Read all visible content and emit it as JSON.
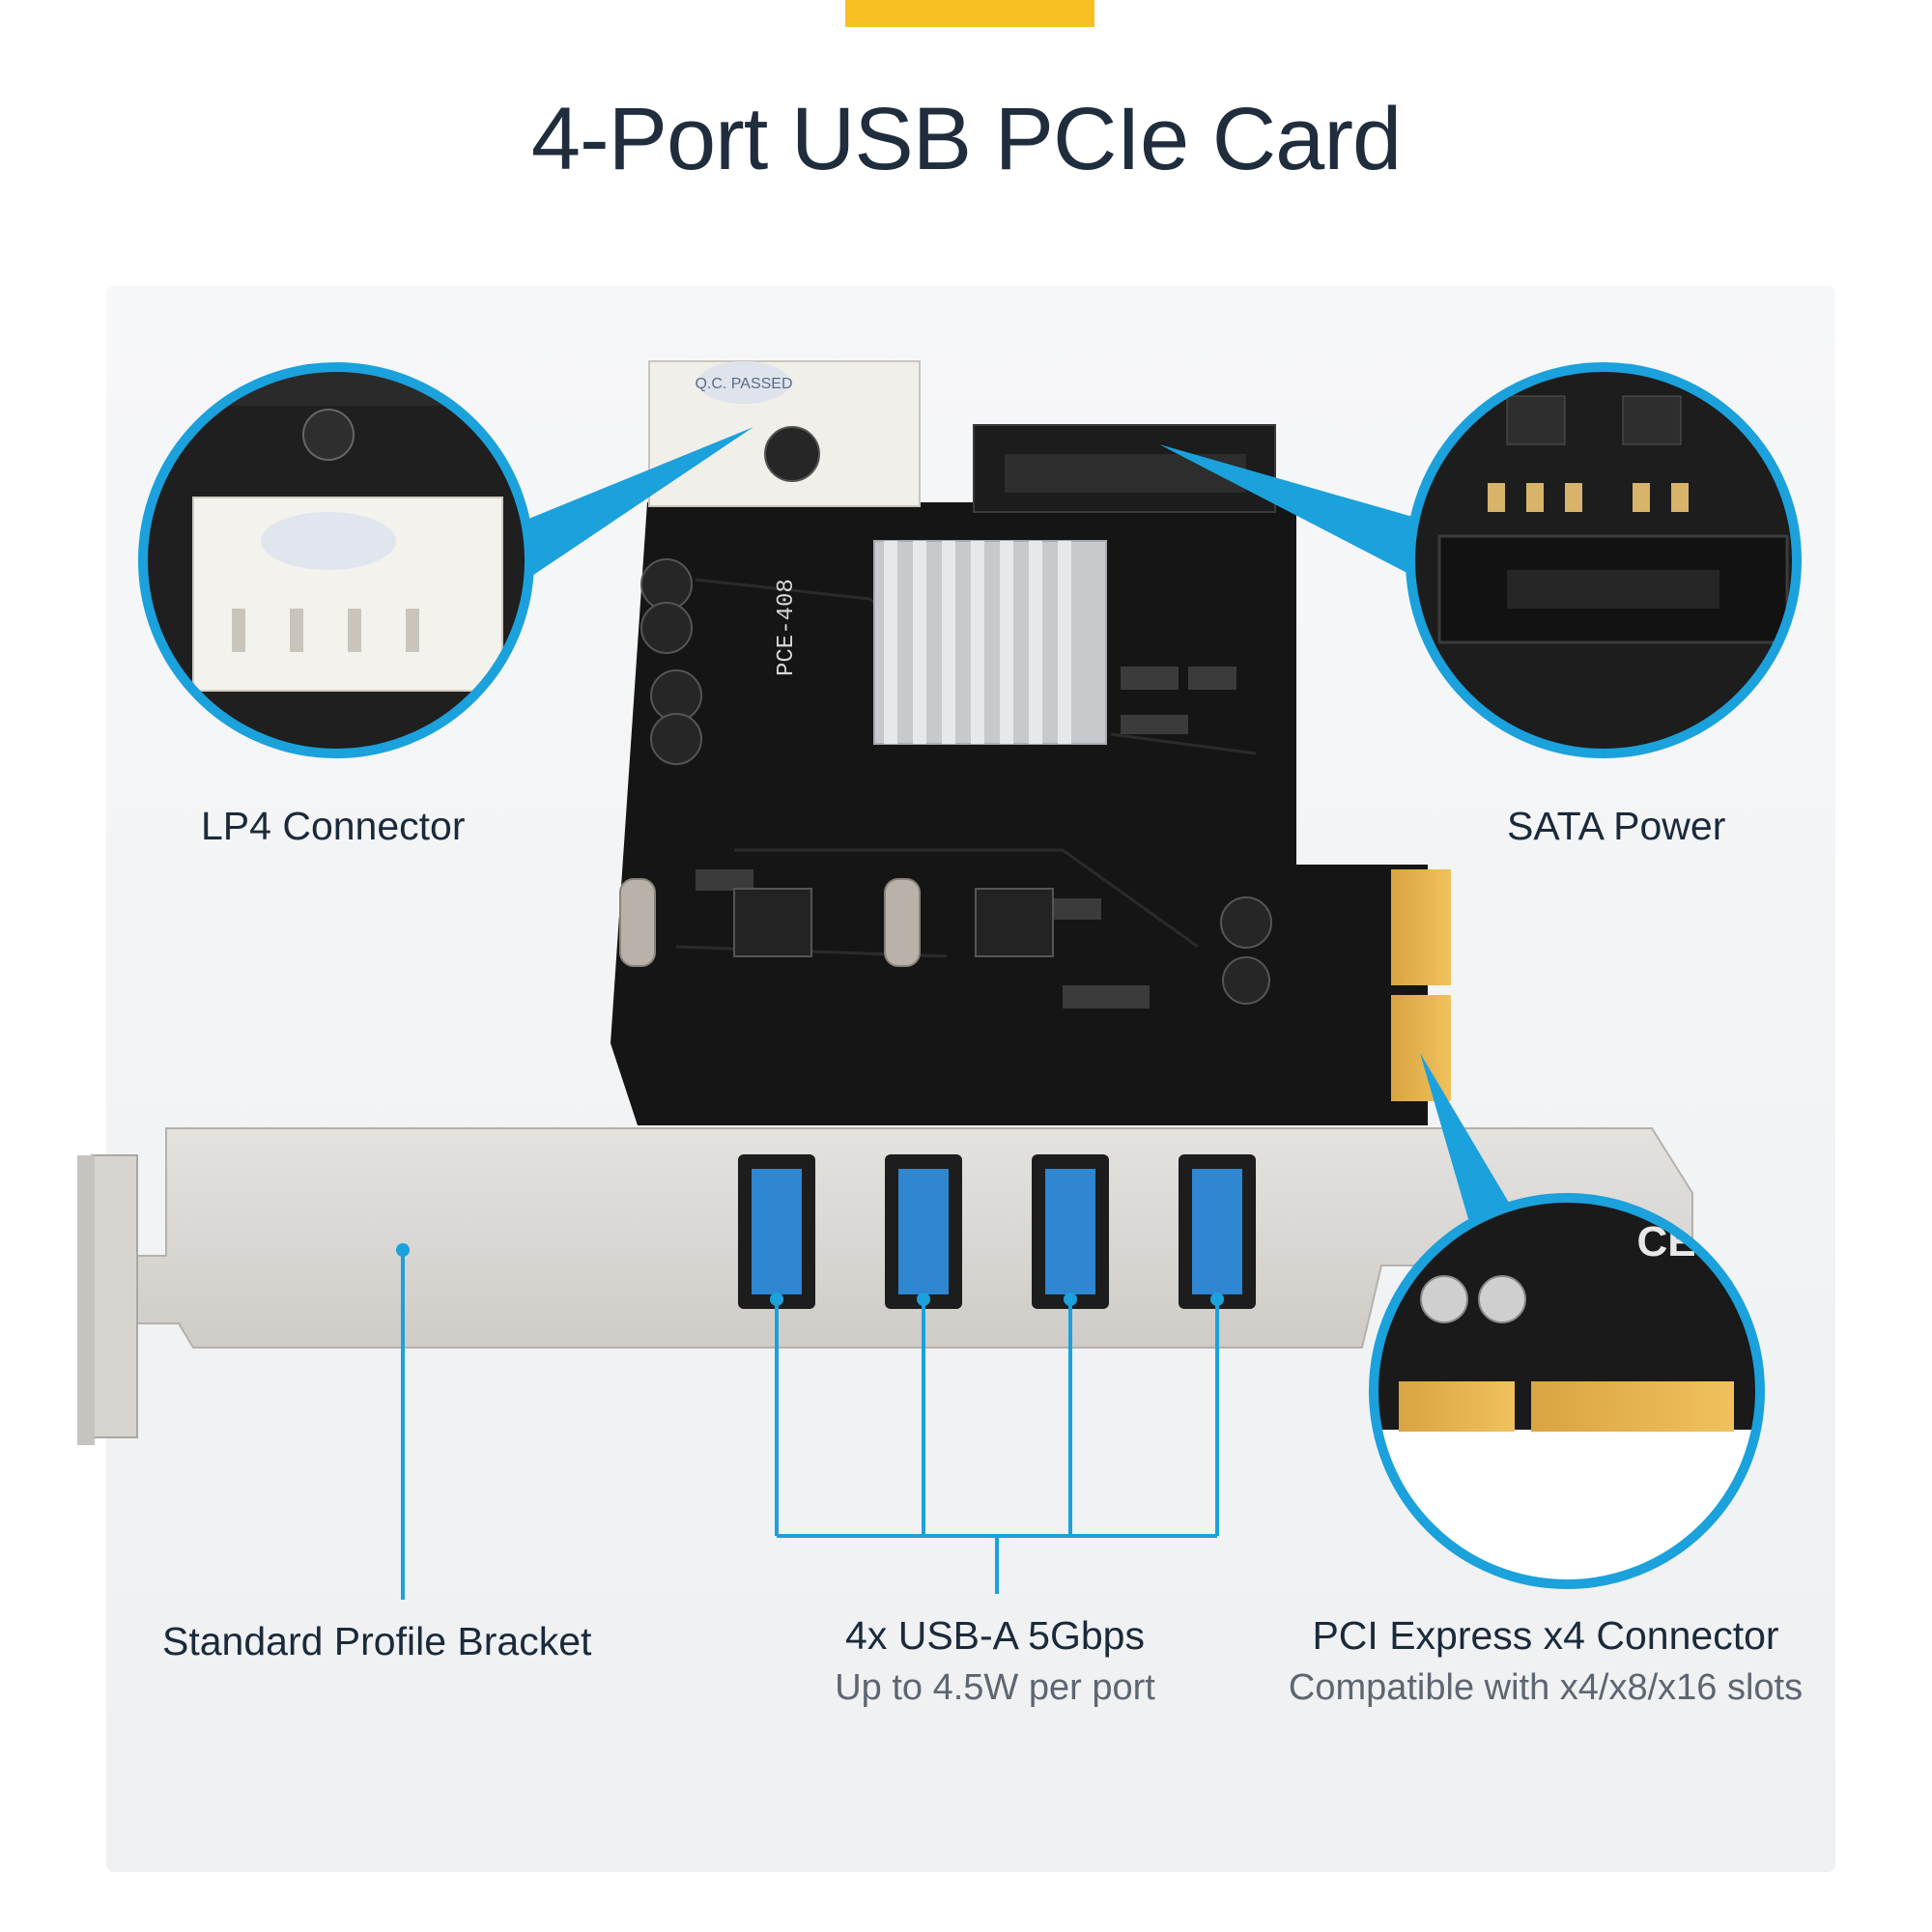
{
  "accent_color": "#f7bf22",
  "callout_color": "#1ba1dc",
  "title": "4-Port USB PCIe Card",
  "callouts": {
    "lp4": {
      "label": "LP4 Connector"
    },
    "sata": {
      "label": "SATA Power"
    },
    "bracket": {
      "label": "Standard Profile Bracket"
    },
    "usb": {
      "label": "4x USB-A 5Gbps",
      "sub": "Up to 4.5W per port"
    },
    "pcie": {
      "label": "PCI Express x4 Connector",
      "sub": "Compatible with x4/x8/x16 slots"
    }
  },
  "product_image": {
    "sticker_text": "Q.C. PASSED",
    "usb_port_count": 4,
    "board_marking": "PCE-408"
  }
}
